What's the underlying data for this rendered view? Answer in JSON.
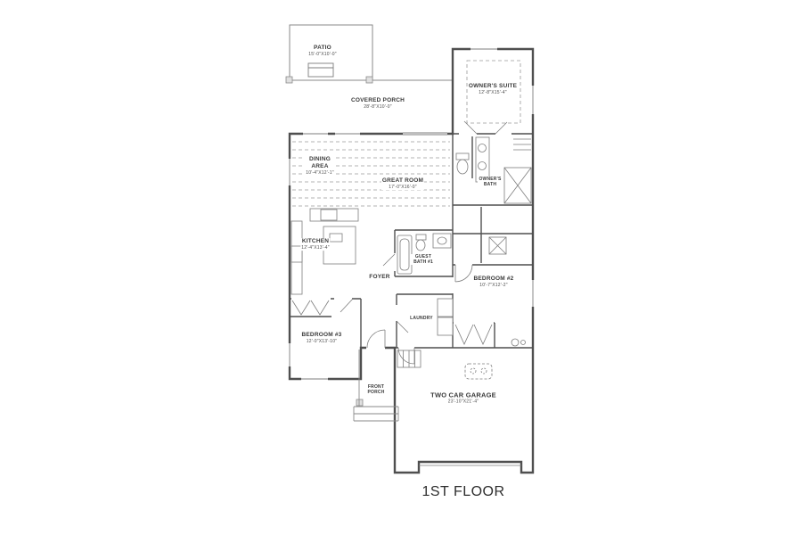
{
  "title": "1ST FLOOR",
  "colors": {
    "ink": "#4f4f4f",
    "thin_line": "#8a8a8a",
    "fixture": "#7d7d7d",
    "text": "#3a3a3a",
    "background": "#ffffff"
  },
  "rooms": [
    {
      "id": "patio",
      "name": "PATIO",
      "dims": "15'-0\"X10'-0\""
    },
    {
      "id": "covered-porch",
      "name": "COVERED PORCH",
      "dims": "28'-8\"X10'-0\""
    },
    {
      "id": "owners-suite",
      "name": "OWNER'S SUITE",
      "dims": "12'-8\"X15'-4\""
    },
    {
      "id": "dining-area",
      "name": "DINING AREA",
      "dims": "10'-4\"X12'-1\""
    },
    {
      "id": "great-room",
      "name": "GREAT ROOM",
      "dims": "17'-0\"X16'-0\""
    },
    {
      "id": "owners-bath",
      "name": "OWNER'S BATH",
      "dims": ""
    },
    {
      "id": "kitchen",
      "name": "KITCHEN",
      "dims": "12'-4\"X13'-4\""
    },
    {
      "id": "foyer",
      "name": "FOYER",
      "dims": ""
    },
    {
      "id": "guest-bath-1",
      "name": "GUEST BATH #1",
      "dims": ""
    },
    {
      "id": "bedroom-2",
      "name": "BEDROOM #2",
      "dims": "10'-7\"X12'-2\""
    },
    {
      "id": "laundry",
      "name": "LAUNDRY",
      "dims": ""
    },
    {
      "id": "bedroom-3",
      "name": "BEDROOM #3",
      "dims": "12'-0\"X13'-10\""
    },
    {
      "id": "front-porch",
      "name": "FRONT PORCH",
      "dims": ""
    },
    {
      "id": "garage",
      "name": "TWO CAR GARAGE",
      "dims": "23'-10\"X21'-4\""
    }
  ]
}
